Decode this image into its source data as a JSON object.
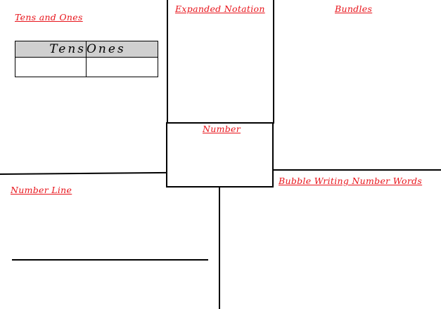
{
  "sections": {
    "tens_and_ones": "Tens and Ones",
    "expanded_notation": "Expanded Notation",
    "bundles": "Bundles",
    "number": "Number",
    "number_line": "Number Line",
    "bubble_writing": "Bubble Writing Number Words"
  },
  "place_value_table": {
    "headers": [
      "Tens",
      "Ones"
    ],
    "rows": [
      [
        "",
        ""
      ]
    ]
  },
  "colors": {
    "heading": "#e8141b",
    "table_header_bg": "#d0d0d0"
  }
}
